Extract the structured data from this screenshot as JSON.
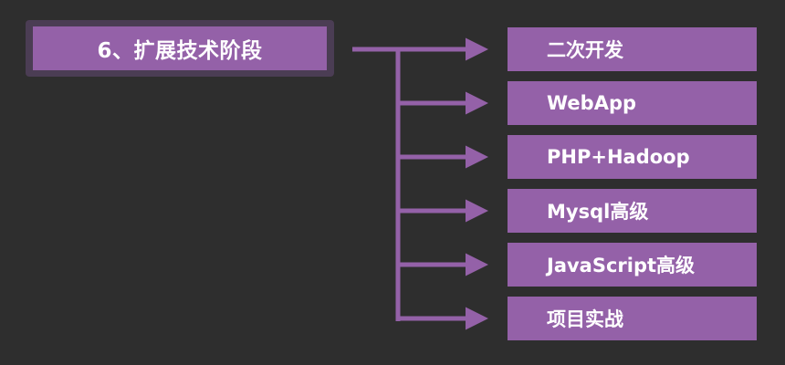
{
  "title": "6、扩展技术阶段",
  "items": [
    {
      "label": "二次开发"
    },
    {
      "label": "WebApp"
    },
    {
      "label": "PHP+Hadoop"
    },
    {
      "label": "Mysql高级"
    },
    {
      "label": "JavaScript高级"
    },
    {
      "label": "项目实战"
    }
  ],
  "colors": {
    "background": "#2e2e2e",
    "box_fill": "#9461a8",
    "title_frame": "#4b3d54",
    "connector": "#9461a8",
    "text": "#ffffff"
  }
}
